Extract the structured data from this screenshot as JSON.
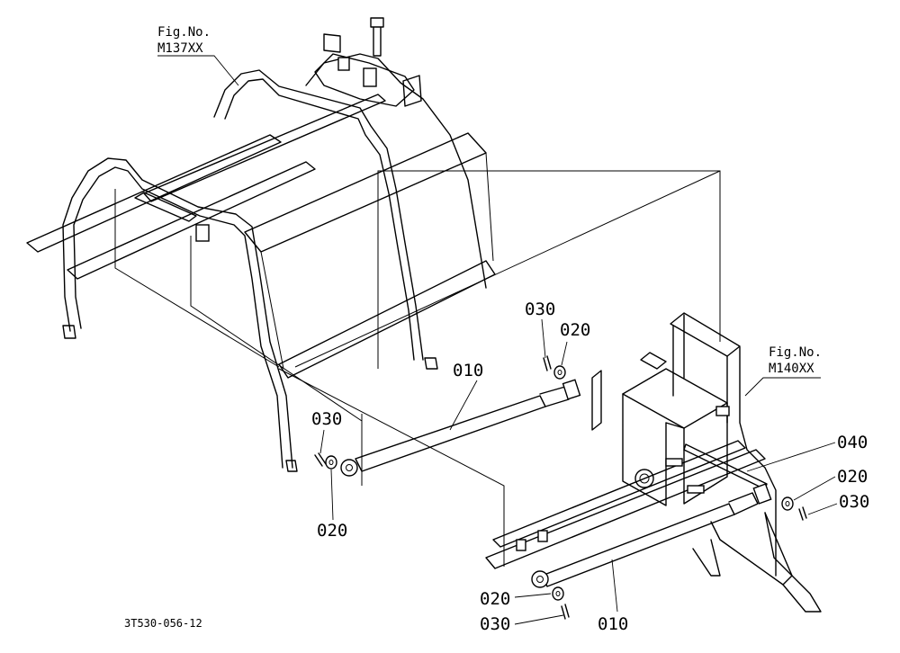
{
  "figure_refs": [
    {
      "line1": "Fig.No.",
      "line2": "M137XX"
    },
    {
      "line1": "Fig.No.",
      "line2": "M140XX"
    }
  ],
  "callouts": [
    "030",
    "020",
    "010",
    "030",
    "020",
    "040",
    "020",
    "030",
    "010",
    "020",
    "030"
  ],
  "drawing_code": "3T530-056-12"
}
